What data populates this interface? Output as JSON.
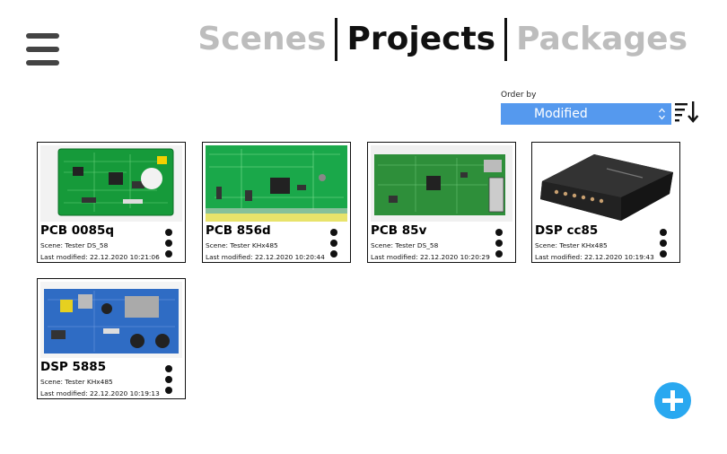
{
  "nav": {
    "menu_icon": "hamburger-icon",
    "tabs": [
      {
        "label": "Scenes",
        "active": false
      },
      {
        "label": "Projects",
        "active": true
      },
      {
        "label": "Packages",
        "active": false
      }
    ]
  },
  "order": {
    "label": "Order by",
    "selected": "Modified",
    "select_icon": "updown-chevron-icon",
    "sort_icon": "sort-descending-icon",
    "accent_color": "#5599ee"
  },
  "projects": [
    {
      "title": "PCB 0085q",
      "scene": "Scene: Tester DS_58",
      "modified": "Last modified: 22.12.2020 10:21:06",
      "thumb": "green-pcb-board"
    },
    {
      "title": "PCB 856d",
      "scene": "Scene: Tester KHx485",
      "modified": "Last modified: 22.12.2020 10:20:44",
      "thumb": "green-pcb-board-yellow-edge"
    },
    {
      "title": "PCB 85v",
      "scene": "Scene: Tester DS_58",
      "modified": "Last modified: 22.12.2020 10:20:29",
      "thumb": "green-pcb-board-connectors"
    },
    {
      "title": "DSP cc85",
      "scene": "Scene: Tester KHx485",
      "modified": "Last modified: 22.12.2020 10:19:43",
      "thumb": "black-dsp-box"
    },
    {
      "title": "DSP 5885",
      "scene": "Scene: Tester KHx485",
      "modified": "Last modified: 22.12.2020 10:19:13",
      "thumb": "blue-dsp-board"
    }
  ],
  "fab": {
    "icon": "plus-icon",
    "color": "#29a8f0"
  },
  "colors": {
    "inactive_tab": "#bdbdbd",
    "active_tab": "#111111"
  }
}
